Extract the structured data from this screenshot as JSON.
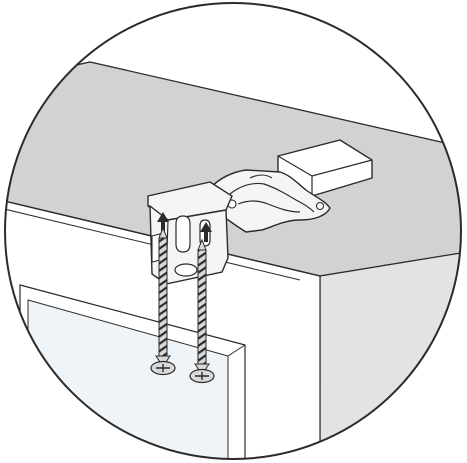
{
  "diagram": {
    "kind": "installation-illustration",
    "colors": {
      "outline": "#2b2b2b",
      "ceiling_gray": "#d2d2d2",
      "wall_gray": "#e3e3e3",
      "white": "#ffffff",
      "glass_tint": "#eef4f8",
      "bracket_fill": "#f5f5f5",
      "screw_fill": "#d9d9d9",
      "arrow_fill": "#2b2b2b"
    },
    "parts": {
      "bracket": "mounting-bracket",
      "clip": "headrail-clip",
      "cap": "end-cap",
      "screws": [
        "screw-left",
        "screw-right"
      ],
      "arrows": [
        "up-arrow-left",
        "up-arrow-right"
      ]
    }
  }
}
